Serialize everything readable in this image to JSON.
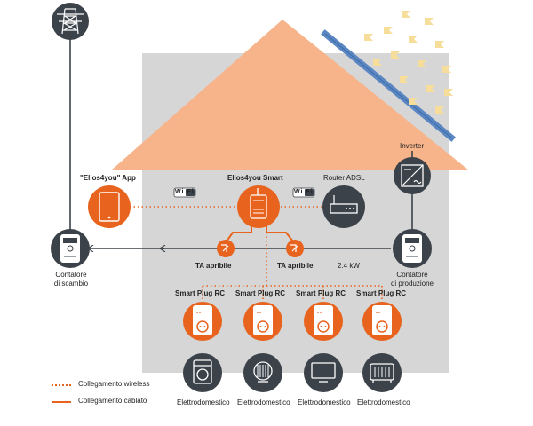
{
  "nodes": {
    "app": "\"Elios4you\" App",
    "elios": "Elios4you Smart",
    "router": "Router ADSL",
    "inverter": "Inverter",
    "meter_exchange": "Contatore\ndi scambio",
    "meter_production": "Contatore\ndi produzione",
    "ta_left": "TA apribile",
    "ta_right": "TA apribile",
    "power": "2.4 kW",
    "plug_label": "Smart Plug RC",
    "appliance_label": "Elettrodomestico"
  },
  "badges": {
    "wifi": "Wi Fi"
  },
  "plugs": [
    {
      "label": "Smart Plug RC",
      "appliance": "Elettrodomestico",
      "appliance_icon": "washing-machine-icon"
    },
    {
      "label": "Smart Plug RC",
      "appliance": "Elettrodomestico",
      "appliance_icon": "heater-icon"
    },
    {
      "label": "Smart Plug RC",
      "appliance": "Elettrodomestico",
      "appliance_icon": "tv-icon"
    },
    {
      "label": "Smart Plug RC",
      "appliance": "Elettrodomestico",
      "appliance_icon": "radiator-icon"
    }
  ],
  "legend": {
    "wireless": "Collegamento wireless",
    "wired": "Collegamento cablato"
  },
  "colors": {
    "accent": "#e8641e",
    "roof": "#f7b48a",
    "wall": "#d6d6d6",
    "node": "#3b4249",
    "panel": "#5a86c2",
    "sun": "#f6dd9a"
  }
}
